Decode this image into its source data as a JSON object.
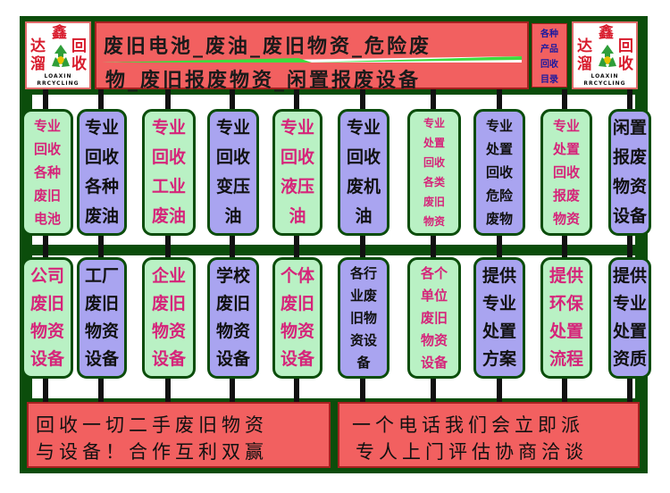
{
  "header": {
    "title_line1": "废旧电池_废油_废旧物资_危险废",
    "title_line2": "物_废旧报废物资_闲置报废设备",
    "side_words": [
      "各种",
      "产品",
      "回收",
      "目录"
    ]
  },
  "logo": {
    "chars": [
      "鑫",
      "达",
      "回",
      "溜",
      "收"
    ],
    "text_en_1": "LOAXIN",
    "text_en_2": "RRCYCLING",
    "icon": "recycle-icon"
  },
  "colors": {
    "frame": "#0b4d0b",
    "title_bg": "#f26060",
    "card_green": "#b9f1c4",
    "card_blue": "#a9a4f0",
    "text_pink": "#d6247a"
  },
  "top_cards": [
    {
      "lines": [
        "专业",
        "回收",
        "各种",
        "废旧",
        "电池"
      ],
      "color": "green"
    },
    {
      "lines": [
        "专业",
        "回收",
        "各种",
        "废油"
      ],
      "color": "blue"
    },
    {
      "lines": [
        "专业",
        "回收",
        "工业",
        "废油"
      ],
      "color": "green"
    },
    {
      "lines": [
        "专业",
        "回收",
        "变压",
        "油"
      ],
      "color": "blue"
    },
    {
      "lines": [
        "专业",
        "回收",
        "液压",
        "油"
      ],
      "color": "green"
    },
    {
      "lines": [
        "专业",
        "回收",
        "废机",
        "油"
      ],
      "color": "blue"
    },
    {
      "lines": [
        "专业",
        "处置",
        "回收",
        "各类",
        "废旧",
        "物资"
      ],
      "color": "green"
    },
    {
      "lines": [
        "专业",
        "处置",
        "回收",
        "危险",
        "废物"
      ],
      "color": "blue"
    },
    {
      "lines": [
        "专业",
        "处置",
        "回收",
        "报废",
        "物资"
      ],
      "color": "green"
    },
    {
      "lines": [
        "闲置",
        "报废",
        "物资",
        "设备"
      ],
      "color": "blue"
    }
  ],
  "bottom_cards": [
    {
      "lines": [
        "公司",
        "废旧",
        "物资",
        "设备"
      ],
      "color": "green"
    },
    {
      "lines": [
        "工厂",
        "废旧",
        "物资",
        "设备"
      ],
      "color": "blue"
    },
    {
      "lines": [
        "企业",
        "废旧",
        "物资",
        "设备"
      ],
      "color": "green"
    },
    {
      "lines": [
        "学校",
        "废旧",
        "物资",
        "设备"
      ],
      "color": "blue"
    },
    {
      "lines": [
        "个体",
        "废旧",
        "物资",
        "设备"
      ],
      "color": "green"
    },
    {
      "lines": [
        "各行",
        "业废",
        "旧物",
        "资设",
        "备"
      ],
      "color": "blue"
    },
    {
      "lines": [
        "各个",
        "单位",
        "废旧",
        "物资",
        "设备"
      ],
      "color": "green"
    },
    {
      "lines": [
        "提供",
        "专业",
        "处置",
        "方案"
      ],
      "color": "blue"
    },
    {
      "lines": [
        "提供",
        "环保",
        "处置",
        "流程"
      ],
      "color": "green"
    },
    {
      "lines": [
        "提供",
        "专业",
        "处置",
        "资质"
      ],
      "color": "blue"
    }
  ],
  "footer": {
    "left_line1": "回收一切二手废旧物资",
    "left_line2": "与设备！合作互利双赢",
    "right_line1": "一个电话我们会立即派",
    "right_line2": "专人上门评估协商洽谈"
  }
}
